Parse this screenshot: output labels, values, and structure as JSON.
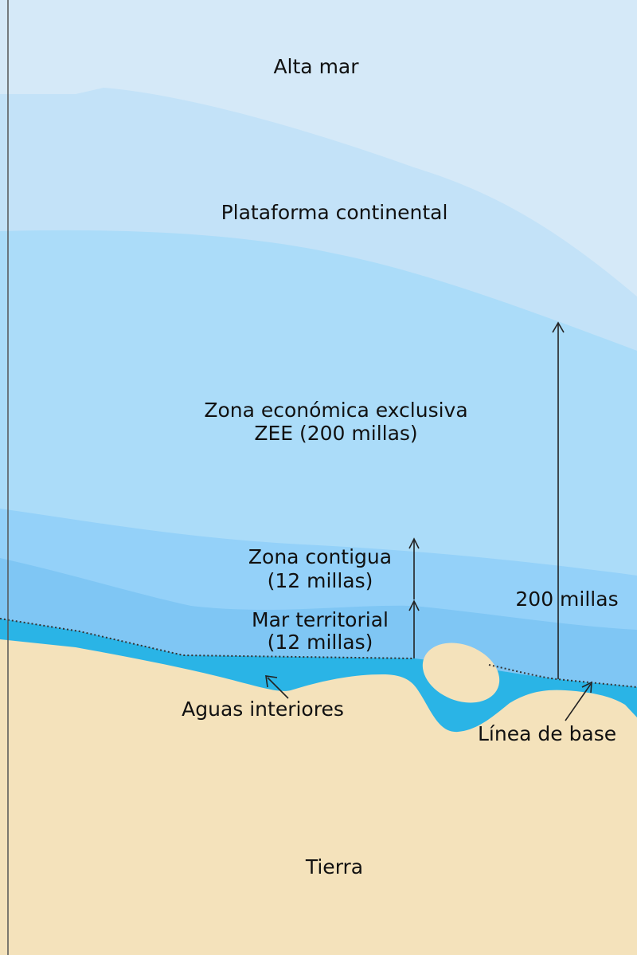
{
  "zones": {
    "high_seas": "Alta mar",
    "continental_shelf": "Plataforma continental",
    "eez": {
      "line1": "Zona económica exclusiva",
      "line2": "ZEE (200 millas)"
    },
    "contiguous_zone": {
      "line1": "Zona contigua",
      "line2": "(12 millas)"
    },
    "territorial_sea": {
      "line1": "Mar territorial",
      "line2": "(12 millas)"
    },
    "internal_waters": "Aguas interiores",
    "baseline": "Línea de base",
    "land": "Tierra"
  },
  "distance_label": "200 millas",
  "colors": {
    "high_seas": "#d5e9f8",
    "continental_shelf": "#c3e2f8",
    "eez": "#abdcf9",
    "contiguous_zone": "#94d1f9",
    "territorial_sea": "#7fc6f4",
    "internal_waters": "#2ab4e6",
    "land": "#f4e2bb"
  }
}
